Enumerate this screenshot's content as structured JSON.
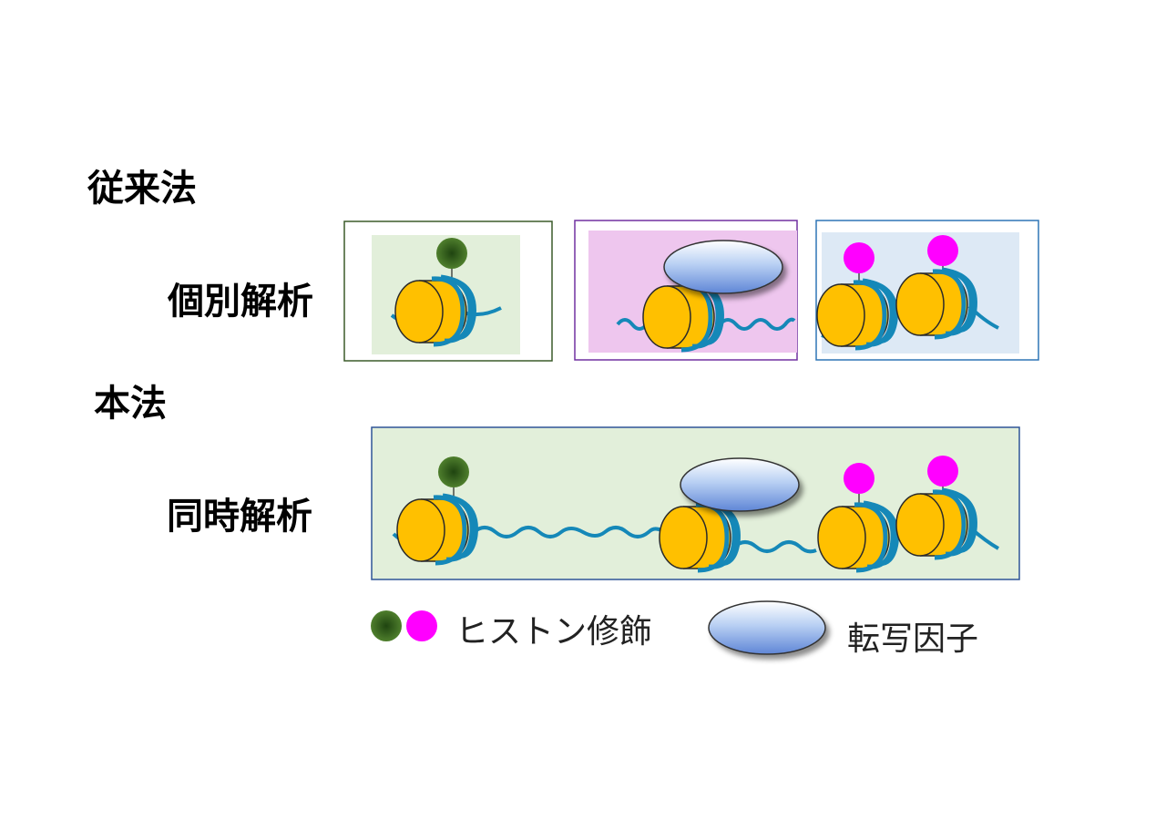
{
  "labels": {
    "conventional": "従来法",
    "individual": "個別解析",
    "this_method": "本法",
    "simultaneous": "同時解析"
  },
  "legend": {
    "histone_modification": "ヒストン修飾",
    "transcription_factor": "転写因子"
  },
  "colors": {
    "histone_green": "#3d6b22",
    "histone_magenta": "#ff00ff",
    "nucleosome": "#ffc000",
    "dna": "#1588b8",
    "tf_blue": "#a7c3ef",
    "panel1_bg": "#e2efda",
    "panel2_bg": "#eec6ee",
    "panel3_bg": "#dde9f5",
    "bottom_bg": "#e2efda"
  }
}
